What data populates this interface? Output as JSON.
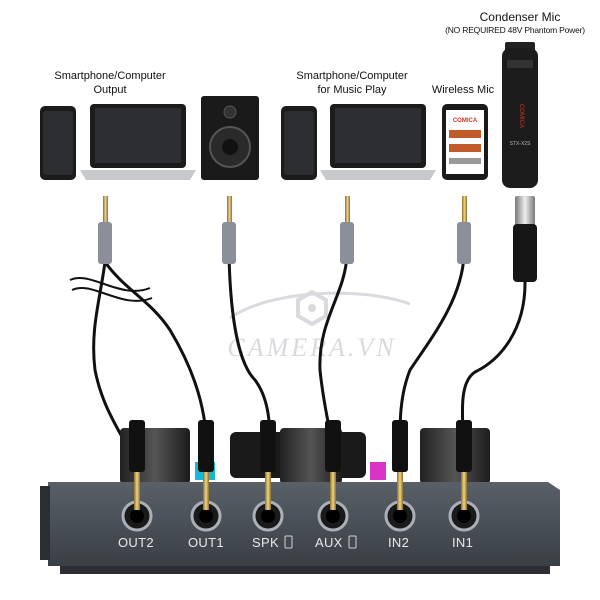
{
  "condenser_mic": {
    "title": "Condenser Mic",
    "subtitle": "(NO REQUIRED 48V Phantom Power)",
    "model": "STX-X2S",
    "brand": "COMICA"
  },
  "devices": {
    "output_line1": "Smartphone/Computer",
    "output_line2": "Output",
    "music_line1": "Smartphone/Computer",
    "music_line2": "for Music Play",
    "wireless_mic": "Wireless Mic",
    "wireless_brand": "COMICA"
  },
  "watermark": "CAMERA.VN",
  "ports": [
    "OUT2",
    "OUT1",
    "SPK",
    "AUX",
    "IN2",
    "IN1"
  ],
  "colors": {
    "panel": "#4a5058",
    "cable": "#111111",
    "plug_gold": "#c9a54a",
    "plug_grey": "#8a8f99",
    "watermark": "#b9bdc4"
  }
}
